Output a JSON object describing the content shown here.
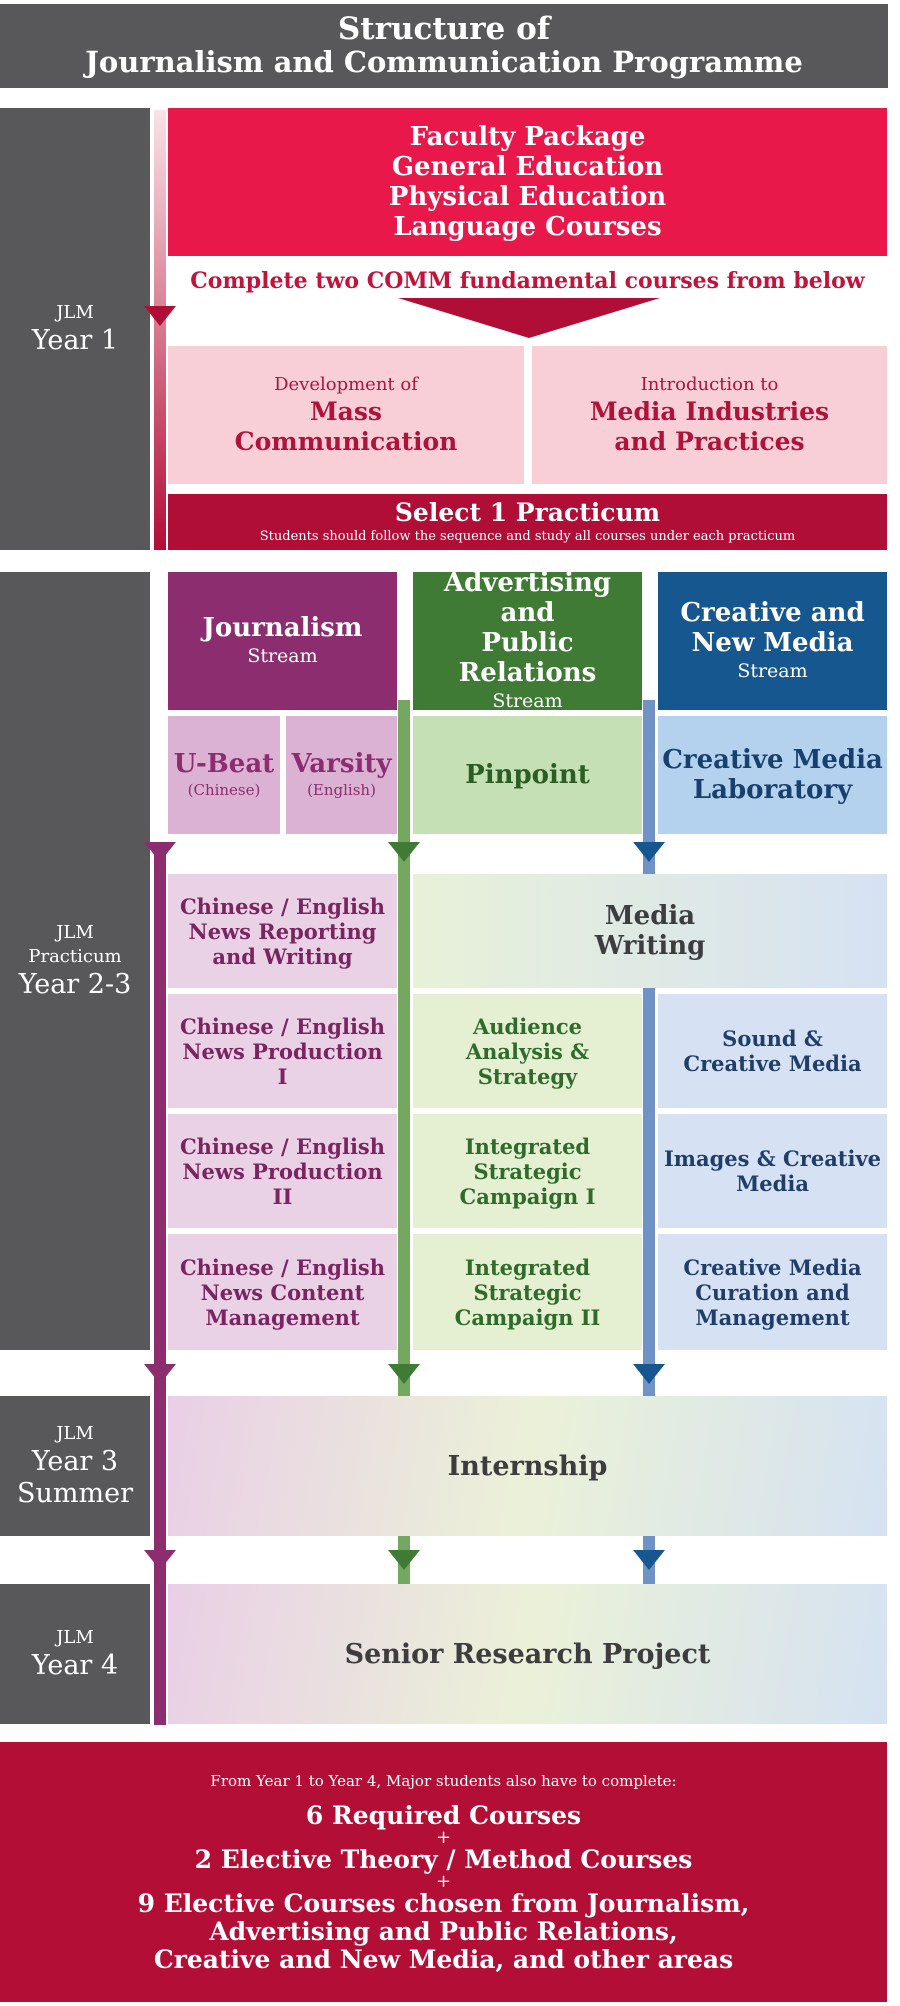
{
  "title": {
    "line1": "Structure of",
    "line2": "Journalism and Communication Programme"
  },
  "years": {
    "y1": {
      "small": "JLM",
      "big": "Year 1"
    },
    "y23": {
      "small1": "JLM",
      "small2": "Practicum",
      "big": "Year 2-3"
    },
    "y3s": {
      "small": "JLM",
      "big1": "Year 3",
      "big2": "Summer"
    },
    "y4": {
      "small": "JLM",
      "big": "Year 4"
    }
  },
  "year1": {
    "faculty_items": [
      "Faculty Package",
      "General Education",
      "Physical Education",
      "Language Courses"
    ],
    "complete_note": "Complete two COMM fundamental courses from below",
    "comm_left": {
      "pre": "Development of",
      "main1": "Mass",
      "main2": "Communication"
    },
    "comm_right": {
      "pre": "Introduction to",
      "main1": "Media Industries",
      "main2": "and Practices"
    },
    "select_title": "Select 1 Practicum",
    "select_sub": "Students should follow the sequence and study all courses under each practicum"
  },
  "streams": {
    "journalism": {
      "name1": "Journalism",
      "sub": "Stream"
    },
    "advertising": {
      "name1": "Advertising and",
      "name2": "Public Relations",
      "sub": "Stream"
    },
    "creative": {
      "name1": "Creative and",
      "name2": "New Media",
      "sub": "Stream"
    }
  },
  "practica": {
    "ubeat": {
      "name": "U-Beat",
      "lang": "(Chinese)"
    },
    "varsity": {
      "name": "Varsity",
      "lang": "(English)"
    },
    "pinpoint": {
      "name": "Pinpoint"
    },
    "cml": {
      "name1": "Creative Media",
      "name2": "Laboratory"
    }
  },
  "courses": {
    "journalism": [
      [
        "Chinese / English",
        "News Reporting",
        "and Writing"
      ],
      [
        "Chinese / English",
        "News Production",
        "I"
      ],
      [
        "Chinese / English",
        "News Production",
        "II"
      ],
      [
        "Chinese / English",
        "News Content",
        "Management"
      ]
    ],
    "media_writing": [
      "Media",
      "Writing"
    ],
    "advertising": [
      [
        "Audience",
        "Analysis & Strategy"
      ],
      [
        "Integrated Strategic",
        "Campaign I"
      ],
      [
        "Integrated Strategic",
        "Campaign II"
      ]
    ],
    "creative": [
      [
        "Sound &",
        "Creative Media"
      ],
      [
        "Images & Creative",
        "Media"
      ],
      [
        "Creative Media",
        "Curation and",
        "Management"
      ]
    ]
  },
  "internship": "Internship",
  "senior_project": "Senior Research Project",
  "bottom": {
    "intro": "From Year 1 to Year 4, Major students also have to complete:",
    "req1": "6 Required Courses",
    "plus": "+",
    "req2": "2 Elective Theory / Method Courses",
    "req3_l1": "9 Elective Courses chosen from Journalism,",
    "req3_l2": "Advertising and Public Relations,",
    "req3_l3": "Creative and New Media, and other areas"
  },
  "colors": {
    "grey": "#58585a",
    "red": "#e8194a",
    "dark_red": "#b00e36",
    "journalism": "#8b2d6f",
    "advertising": "#3f7b34",
    "creative": "#17578f"
  }
}
